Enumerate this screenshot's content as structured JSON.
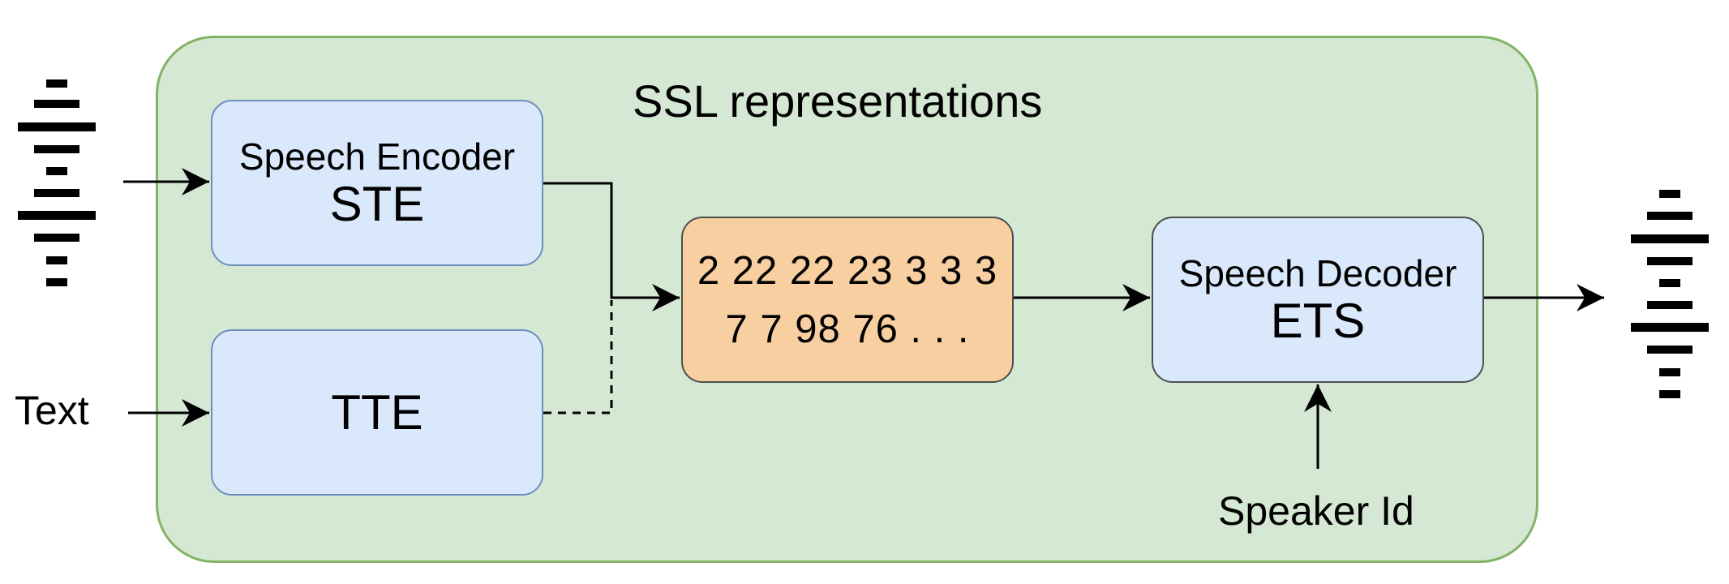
{
  "container": {
    "title": "SSL representations"
  },
  "speech_encoder": {
    "subtitle": "Speech Encoder",
    "name": "STE"
  },
  "text_encoder": {
    "name": "TTE"
  },
  "units": {
    "line1": "2 22 22 23 3 3 3",
    "line2": "7 7 98 76 . . ."
  },
  "speech_decoder": {
    "subtitle": "Speech Decoder",
    "name": "ETS"
  },
  "inputs": {
    "text": "Text",
    "speaker": "Speaker Id"
  },
  "colors": {
    "container_fill": "#d5e8d4",
    "container_stroke": "#82b366",
    "module_fill": "#dae8fc",
    "module_stroke": "#6c8ebf",
    "units_fill": "#f8cfa0",
    "arrow": "#000000"
  },
  "icons": {
    "input_audio": "waveform-icon",
    "output_audio": "waveform-icon"
  }
}
